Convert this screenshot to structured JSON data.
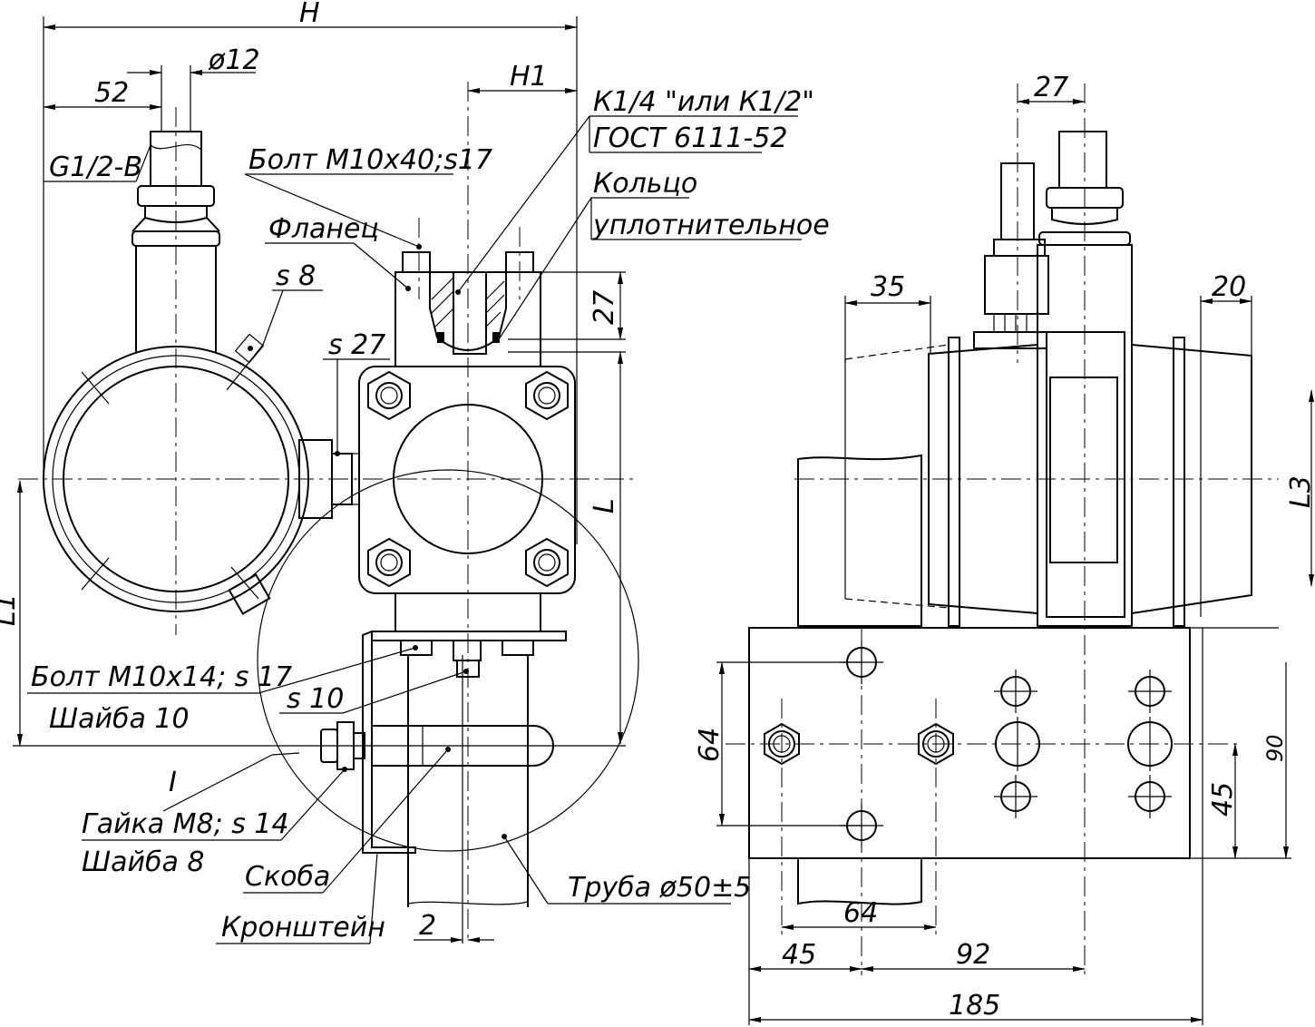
{
  "labels": {
    "H": "H",
    "H1": "H1",
    "d12": "ø12",
    "d52": "52",
    "g12b": "G1/2-B",
    "bolt1": "Болт М10х40;s17",
    "flange": "Фланец",
    "s8": "s 8",
    "s27": "s 27",
    "k14_line1": "К1/4 \"или К1/2\"",
    "k14_line2": "ГОСТ 6111-52",
    "ring_line1": "Кольцо",
    "ring_line2": "уплотнительное",
    "d27": "27",
    "L": "L",
    "L1": "L1",
    "bolt2": "Болт М10х14; s 17",
    "washer10": "Шайба 10",
    "s10": "s 10",
    "I": "I",
    "nut": "Гайка М8; s 14",
    "washer8": "Шайба 8",
    "clamp": "Скоба",
    "bracket": "Кронштейн",
    "pipe": "Труба ø50±5",
    "d2": "2",
    "r27": "27",
    "r35": "35",
    "r20": "20",
    "L3": "L3",
    "r64v": "64",
    "r90": "90",
    "r45v": "45",
    "r64h": "64",
    "r45h": "45",
    "r92": "92",
    "r185": "185"
  }
}
